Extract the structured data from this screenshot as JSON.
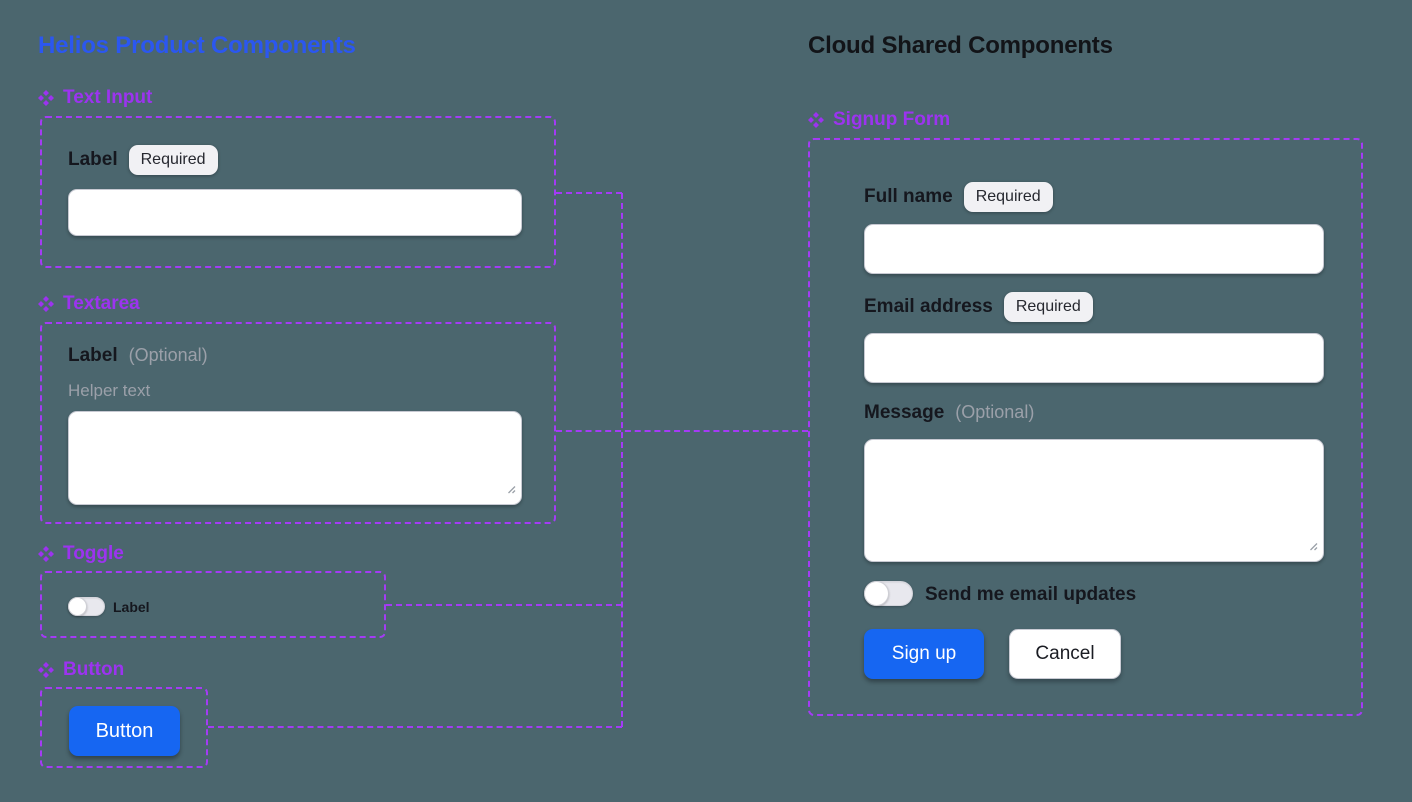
{
  "titles": {
    "left": "Helios Product Components",
    "right": "Cloud Shared Components"
  },
  "colors": {
    "canvas_bg": "#4B666E",
    "component_purple": "#9C33F0",
    "connector_purple": "#A43BF5",
    "primary_blue": "#1666F2",
    "left_title_blue": "#2B57F0"
  },
  "icons": {
    "component": "component-diamond-icon",
    "resize": "resize-handle-icon"
  },
  "helios": {
    "text_input": {
      "header": "Text Input",
      "label": "Label",
      "badge": "Required",
      "value": "",
      "placeholder": ""
    },
    "textarea": {
      "header": "Textarea",
      "label": "Label",
      "optional": "(Optional)",
      "helper": "Helper text",
      "value": ""
    },
    "toggle": {
      "header": "Toggle",
      "label": "Label",
      "state": "off"
    },
    "button": {
      "header": "Button",
      "label": "Button"
    }
  },
  "cloud": {
    "signup_form": {
      "header": "Signup Form",
      "full_name": {
        "label": "Full name",
        "badge": "Required",
        "value": ""
      },
      "email": {
        "label": "Email address",
        "badge": "Required",
        "value": ""
      },
      "message": {
        "label": "Message",
        "optional": "(Optional)",
        "value": ""
      },
      "updates_toggle": {
        "label": "Send me email updates",
        "state": "off"
      },
      "submit_label": "Sign up",
      "cancel_label": "Cancel"
    }
  }
}
